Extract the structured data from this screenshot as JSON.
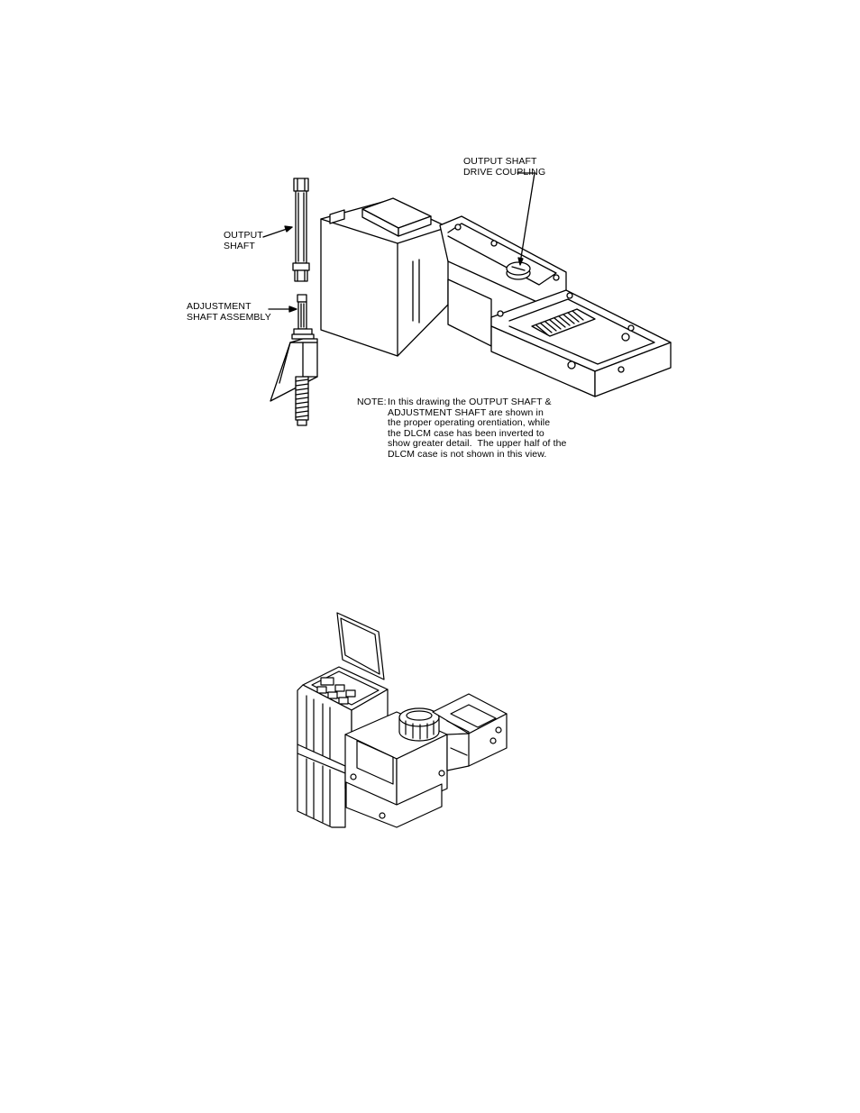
{
  "figure1": {
    "labels": {
      "output_shaft": "OUTPUT\nSHAFT",
      "adjustment_shaft": "ADJUSTMENT\nSHAFT ASSEMBLY",
      "drive_coupling": "OUTPUT SHAFT\nDRIVE COUPLING"
    },
    "note": {
      "prefix": "NOTE:",
      "text": "In this drawing the OUTPUT SHAFT &\nADJUSTMENT SHAFT are shown in\nthe proper operating orentiation, while\nthe DLCM case has been inverted to\nshow greater detail.  The upper half of the\nDLCM case is not shown in this view."
    }
  }
}
